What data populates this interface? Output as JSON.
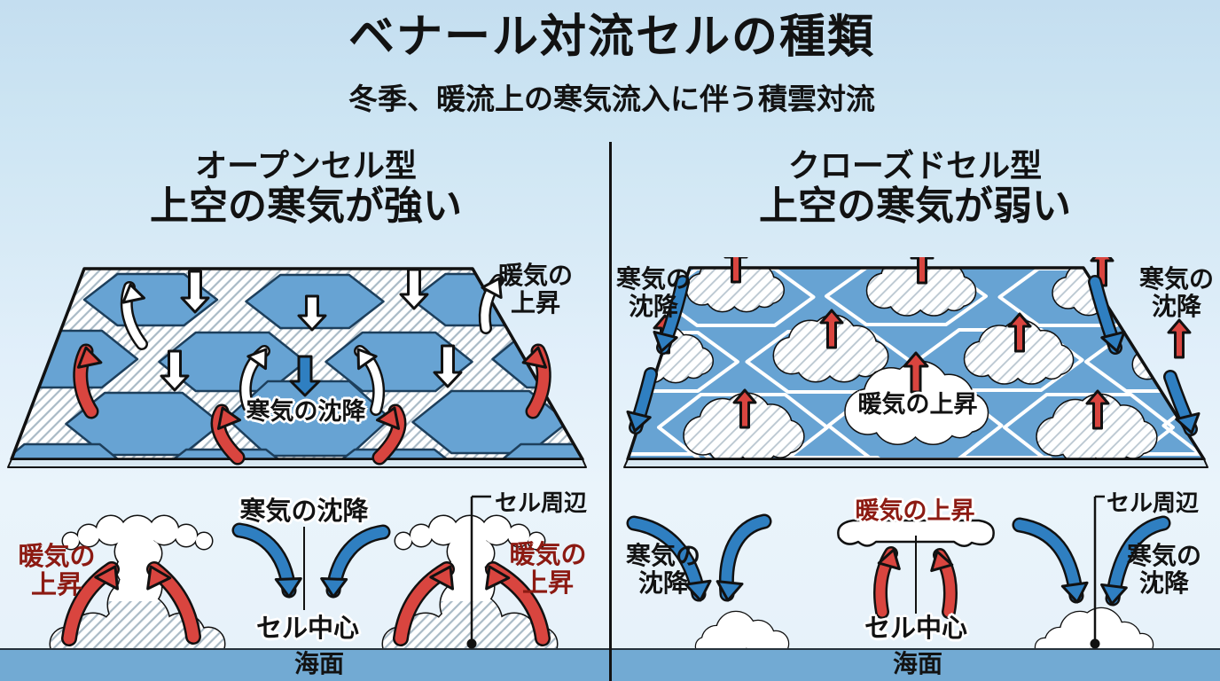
{
  "title": "ベナール対流セルの種類",
  "subtitle": "冬季、暖流上の寒気流入に伴う積雲対流",
  "left_panel": {
    "type_label": "オープンセル型",
    "condition_label": "上空の寒気が強い",
    "top_view": {
      "warm_rise": [
        "暖気の",
        "上昇"
      ],
      "cold_sink": "寒気の沈降"
    },
    "cross_section": {
      "warm_rise_left": [
        "暖気の",
        "上昇"
      ],
      "cold_sink": "寒気の沈降",
      "warm_rise_right": [
        "暖気の",
        "上昇"
      ],
      "cell_periphery": "セル周辺",
      "cell_center": "セル中心",
      "sea": "海面"
    }
  },
  "right_panel": {
    "type_label": "クローズドセル型",
    "condition_label": "上空の寒気が弱い",
    "top_view": {
      "cold_sink_left": [
        "寒気の",
        "沈降"
      ],
      "warm_rise": "暖気の上昇",
      "cold_sink_right": [
        "寒気の",
        "沈降"
      ]
    },
    "cross_section": {
      "cold_sink_left": [
        "寒気の",
        "沈降"
      ],
      "warm_rise": "暖気の上昇",
      "cold_sink_right": [
        "寒気の",
        "沈降"
      ],
      "cell_periphery": "セル周辺",
      "cell_center": "セル中心",
      "sea": "海面"
    }
  },
  "colors": {
    "background_top": "#c4def0",
    "background_bottom": "#eaf4fb",
    "sea": "#72aad3",
    "cell_blue": "#67a3d3",
    "warm_arrow_red": "#d9453f",
    "cold_arrow_blue": "#2f7fc1",
    "warm_text_dark_red": "#8c1a12",
    "outline_black": "#111111"
  }
}
